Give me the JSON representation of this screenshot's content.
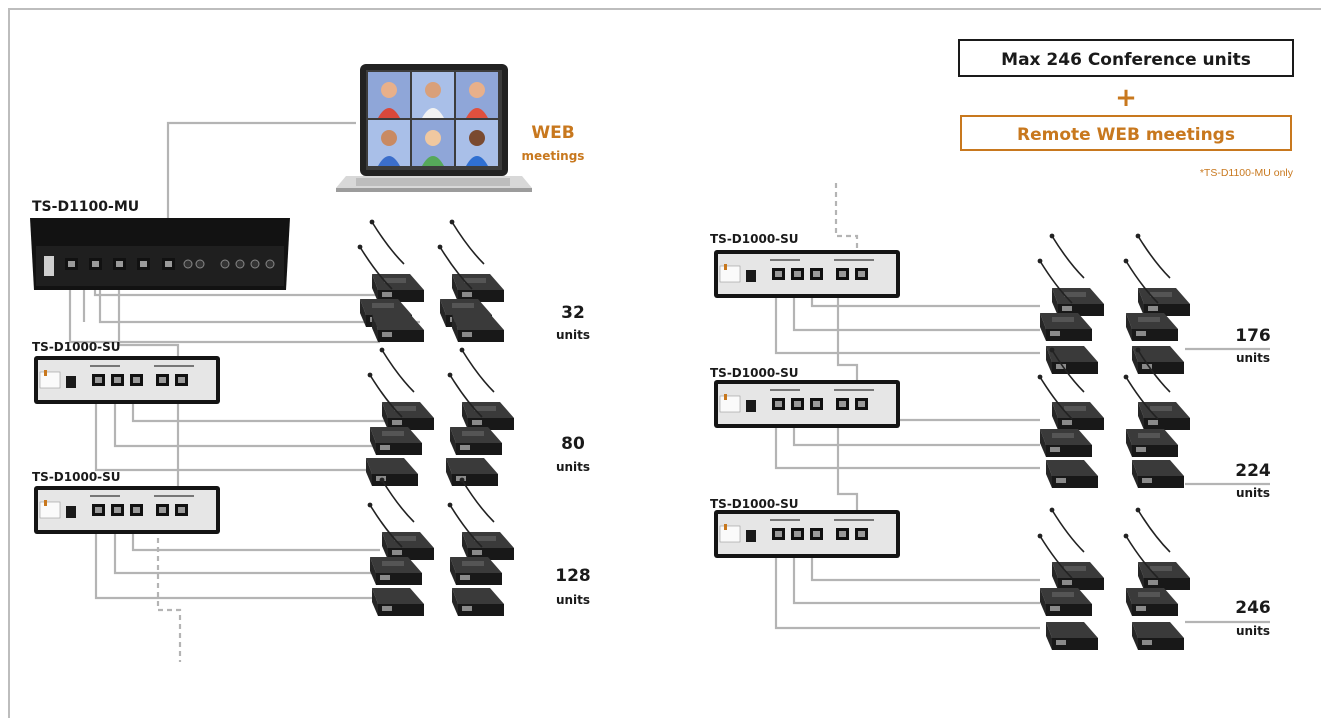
{
  "colors": {
    "accent": "#c8781e",
    "cable": "#b4b4b4",
    "device_dark": "#1e1e1e",
    "panel": "#e4e4e4",
    "text": "#1a1a1a"
  },
  "header": {
    "max_units": "Max 246  Conference units",
    "plus": "+",
    "remote": "Remote WEB meetings",
    "note": "*TS-D1100-MU only"
  },
  "web": {
    "title": "WEB",
    "subtitle": "meetings"
  },
  "devices": {
    "main_unit": "TS-D1100-MU",
    "sub_unit": "TS-D1000-SU"
  },
  "counts": {
    "unit_word": "units",
    "left": [
      "32",
      "80",
      "128"
    ],
    "right": [
      "176",
      "224",
      "246"
    ]
  }
}
